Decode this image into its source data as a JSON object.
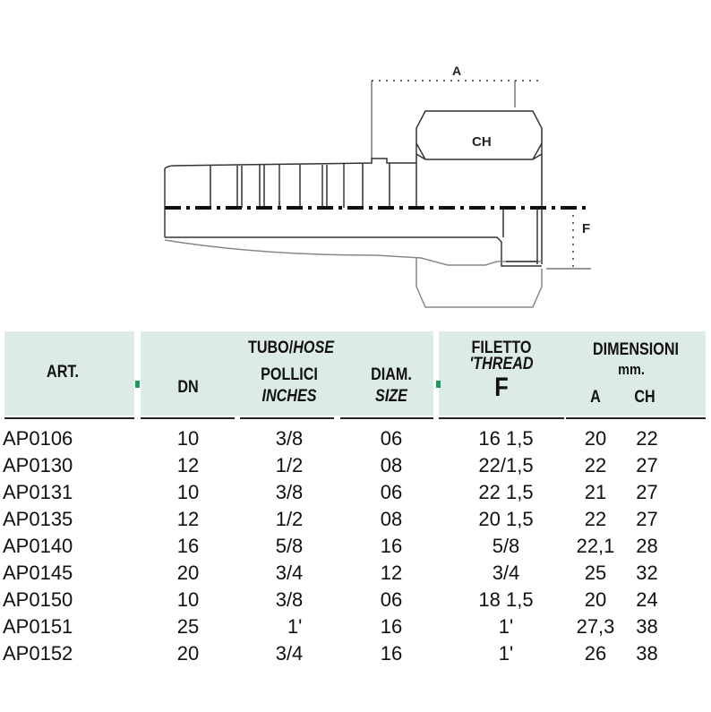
{
  "drawing": {
    "label_a": "A",
    "label_ch": "CH",
    "label_f": "F"
  },
  "header": {
    "art": "ART.",
    "tubo": "TUBO/",
    "hose": "HOSE",
    "dn": "DN",
    "pollici": "POLLICI",
    "inches": "INCHES",
    "diam": "DIAM.",
    "size": "SIZE",
    "filetto": "FILETTO",
    "thread": "'THREAD",
    "f": "F",
    "dimensioni": "DIMENSIONI",
    "mm": "mm.",
    "a": "A",
    "ch": "CH"
  },
  "rows": [
    [
      "AP0106",
      "10",
      "3/8",
      "06",
      "16 1,5",
      "20",
      "22"
    ],
    [
      "AP0130",
      "12",
      "1/2",
      "08",
      "22/1,5",
      "22",
      "27"
    ],
    [
      "AP0131",
      "10",
      "3/8",
      "06",
      "22 1,5",
      "21",
      "27"
    ],
    [
      "AP0135",
      "12",
      "1/2",
      "08",
      "20 1,5",
      "22",
      "27"
    ],
    [
      "AP0140",
      "16",
      "5/8",
      "16",
      "5/8",
      "22,1",
      "28"
    ],
    [
      "AP0145",
      "20",
      "3/4",
      "12",
      "3/4",
      "25",
      "32"
    ],
    [
      "AP0150",
      "10",
      "3/8",
      "06",
      "18 1,5",
      "20",
      "24"
    ],
    [
      "AP0151",
      "25",
      "  1'",
      "16",
      "1'",
      "27,3",
      "38"
    ],
    [
      "AP0152",
      "20",
      "3/4",
      "16",
      "1'",
      "26",
      "38"
    ]
  ]
}
